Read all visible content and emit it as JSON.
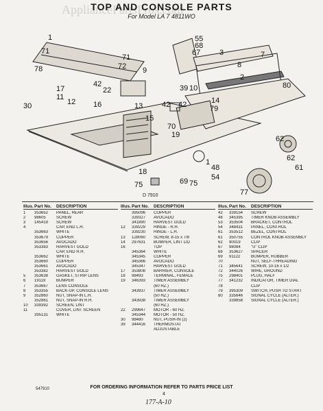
{
  "header": {
    "title": "TOP AND CONSOLE PARTS",
    "subtitle": "For Model LA 7 4811WO",
    "watermark": "AppliancePartsPros.com"
  },
  "diagram": {
    "code": "D 7910",
    "callouts": [
      "1",
      "71",
      "78",
      "17",
      "11",
      "30",
      "71",
      "72",
      "42",
      "9",
      "55",
      "68",
      "67",
      "7",
      "3",
      "8",
      "2",
      "80",
      "22",
      "42",
      "13",
      "12",
      "16",
      "15",
      "39",
      "10",
      "42",
      "70",
      "19",
      "14",
      "79",
      "62",
      "18",
      "75",
      "75",
      "69",
      "54",
      "48",
      "62",
      "61",
      "77",
      "1"
    ]
  },
  "table": {
    "headers": {
      "illus": "Illus. No.",
      "part": "Part No.",
      "desc": "DESCRIPTION"
    },
    "col1": [
      [
        "1",
        "353652",
        "PANEL, REAR"
      ],
      [
        "2",
        "98605",
        "SCREW"
      ],
      [
        "3",
        "145419",
        "SCREW"
      ],
      [
        "4",
        "",
        "CAP, END L.H."
      ],
      [
        "",
        "353663",
        "WHITE"
      ],
      [
        "",
        "353679",
        "COPPER"
      ],
      [
        "",
        "353656",
        "AVOCADO"
      ],
      [
        "",
        "353383",
        "HARVEST GOLD"
      ],
      [
        "",
        "",
        "CAP, END R.H."
      ],
      [
        "",
        "353662",
        "WHITE"
      ],
      [
        "",
        "353660",
        "COPPER"
      ],
      [
        "",
        "353661",
        "AVOCADO"
      ],
      [
        "",
        "353382",
        "HARVEST GOLD"
      ],
      [
        "5",
        "353638",
        "GASKET, STRIP LENS"
      ],
      [
        "6",
        "19119",
        "BUMPER"
      ],
      [
        "7",
        "353667",
        "LENS CONSOLE"
      ],
      [
        "8",
        "353355",
        "BACK-UP, CONSOLE LENS"
      ],
      [
        "9",
        "352860",
        "NUT, SNAP-IN L.H."
      ],
      [
        "",
        "352861",
        "NUT, SNAP-IN R.H."
      ],
      [
        "10",
        "339392",
        "SCREEN, LINT"
      ],
      [
        "11",
        "",
        "COVER, LINT SCREEN"
      ],
      [
        "",
        "395131",
        "WHITE"
      ]
    ],
    "col2": [
      [
        "",
        "395096",
        "COPPER"
      ],
      [
        "",
        "339327",
        "AVOCADO"
      ],
      [
        "",
        "341890",
        "HARVEST GOLD"
      ],
      [
        "12",
        "339229",
        "HINGE - R.H."
      ],
      [
        "",
        "339230",
        "HINGE - L.H."
      ],
      [
        "13",
        "128060",
        "SCREW, 8-15 x 7/8"
      ],
      [
        "14",
        "297631",
        "BUMPER, LINT LID"
      ],
      [
        "16",
        "",
        "TOP"
      ],
      [
        "",
        "345364",
        "WHITE"
      ],
      [
        "",
        "345345",
        "COPPER"
      ],
      [
        "",
        "345366",
        "AVOCADO"
      ],
      [
        "",
        "345347",
        "HARVEST GOLD"
      ],
      [
        "17",
        "353808",
        "BARRIER, CONSOLE"
      ],
      [
        "18",
        "98493",
        "TERMINAL, FEMALE"
      ],
      [
        "19",
        "346393",
        "TIMER ASSEMBLY"
      ],
      [
        "",
        "",
        "(60 HZ.)"
      ],
      [
        "",
        "343937",
        "TIMER ASSEMBLY"
      ],
      [
        "",
        "",
        "(50 HZ.)"
      ],
      [
        "",
        "343938",
        "TIMER ASSEMBLY"
      ],
      [
        "",
        "",
        "(60 HZ.)"
      ],
      [
        "22",
        "299647",
        "MOTOR - 60 HZ."
      ],
      [
        "",
        "345344",
        "MOTOR - 50 HZ."
      ],
      [
        "30",
        "98480",
        "NUT, PUSH-IN (2)"
      ],
      [
        "39",
        "344416",
        "THERMOSTAT"
      ],
      [
        "",
        "",
        "ADJUSTABLE"
      ]
    ],
    "col3": [
      [
        "42",
        "339154",
        "SCREW"
      ],
      [
        "48",
        "345395",
        "TIMER KNOB ASSEMBLY"
      ],
      [
        "53",
        "353504",
        "BRACKET, CONTROL"
      ],
      [
        "54",
        "348431",
        "PANEL, CONTROL"
      ],
      [
        "61",
        "353512",
        "BEZEL, CONTROL"
      ],
      [
        "61",
        "350755",
        "CONTROL KNOB ASSEMBLY"
      ],
      [
        "62",
        "90019",
        "CLIP"
      ],
      [
        "67",
        "98084",
        "\"U\" CLIP"
      ],
      [
        "68",
        "353627",
        "SPACER"
      ],
      [
        "69",
        "91122",
        "BUMPER, RUBBER"
      ],
      [
        "70",
        "",
        "NUT, SELF-THREADING"
      ],
      [
        "71",
        "345641",
        "SCREW, 10-16 x 1/2"
      ],
      [
        "72",
        "344026",
        "WIRE, GROUND"
      ],
      [
        "75",
        "298401",
        "PLUG, HALF"
      ],
      [
        "77",
        "341232",
        "INDICATOR, TIMER DIAL"
      ],
      [
        "78",
        "",
        "CLIP"
      ],
      [
        "79",
        "395309",
        "SWITCH, PUSH TO START"
      ],
      [
        "80",
        "335646",
        "SIGNAL CYCLE (ALTER.)"
      ],
      [
        "",
        "339858",
        "SIGNAL CYCLE (ALTER.)"
      ]
    ]
  },
  "footer": {
    "note": "FOR ORDERING INFORMATION REFER TO PARTS PRICE LIST",
    "code": "547910",
    "page": "4",
    "handwritten": "177-A-10"
  }
}
